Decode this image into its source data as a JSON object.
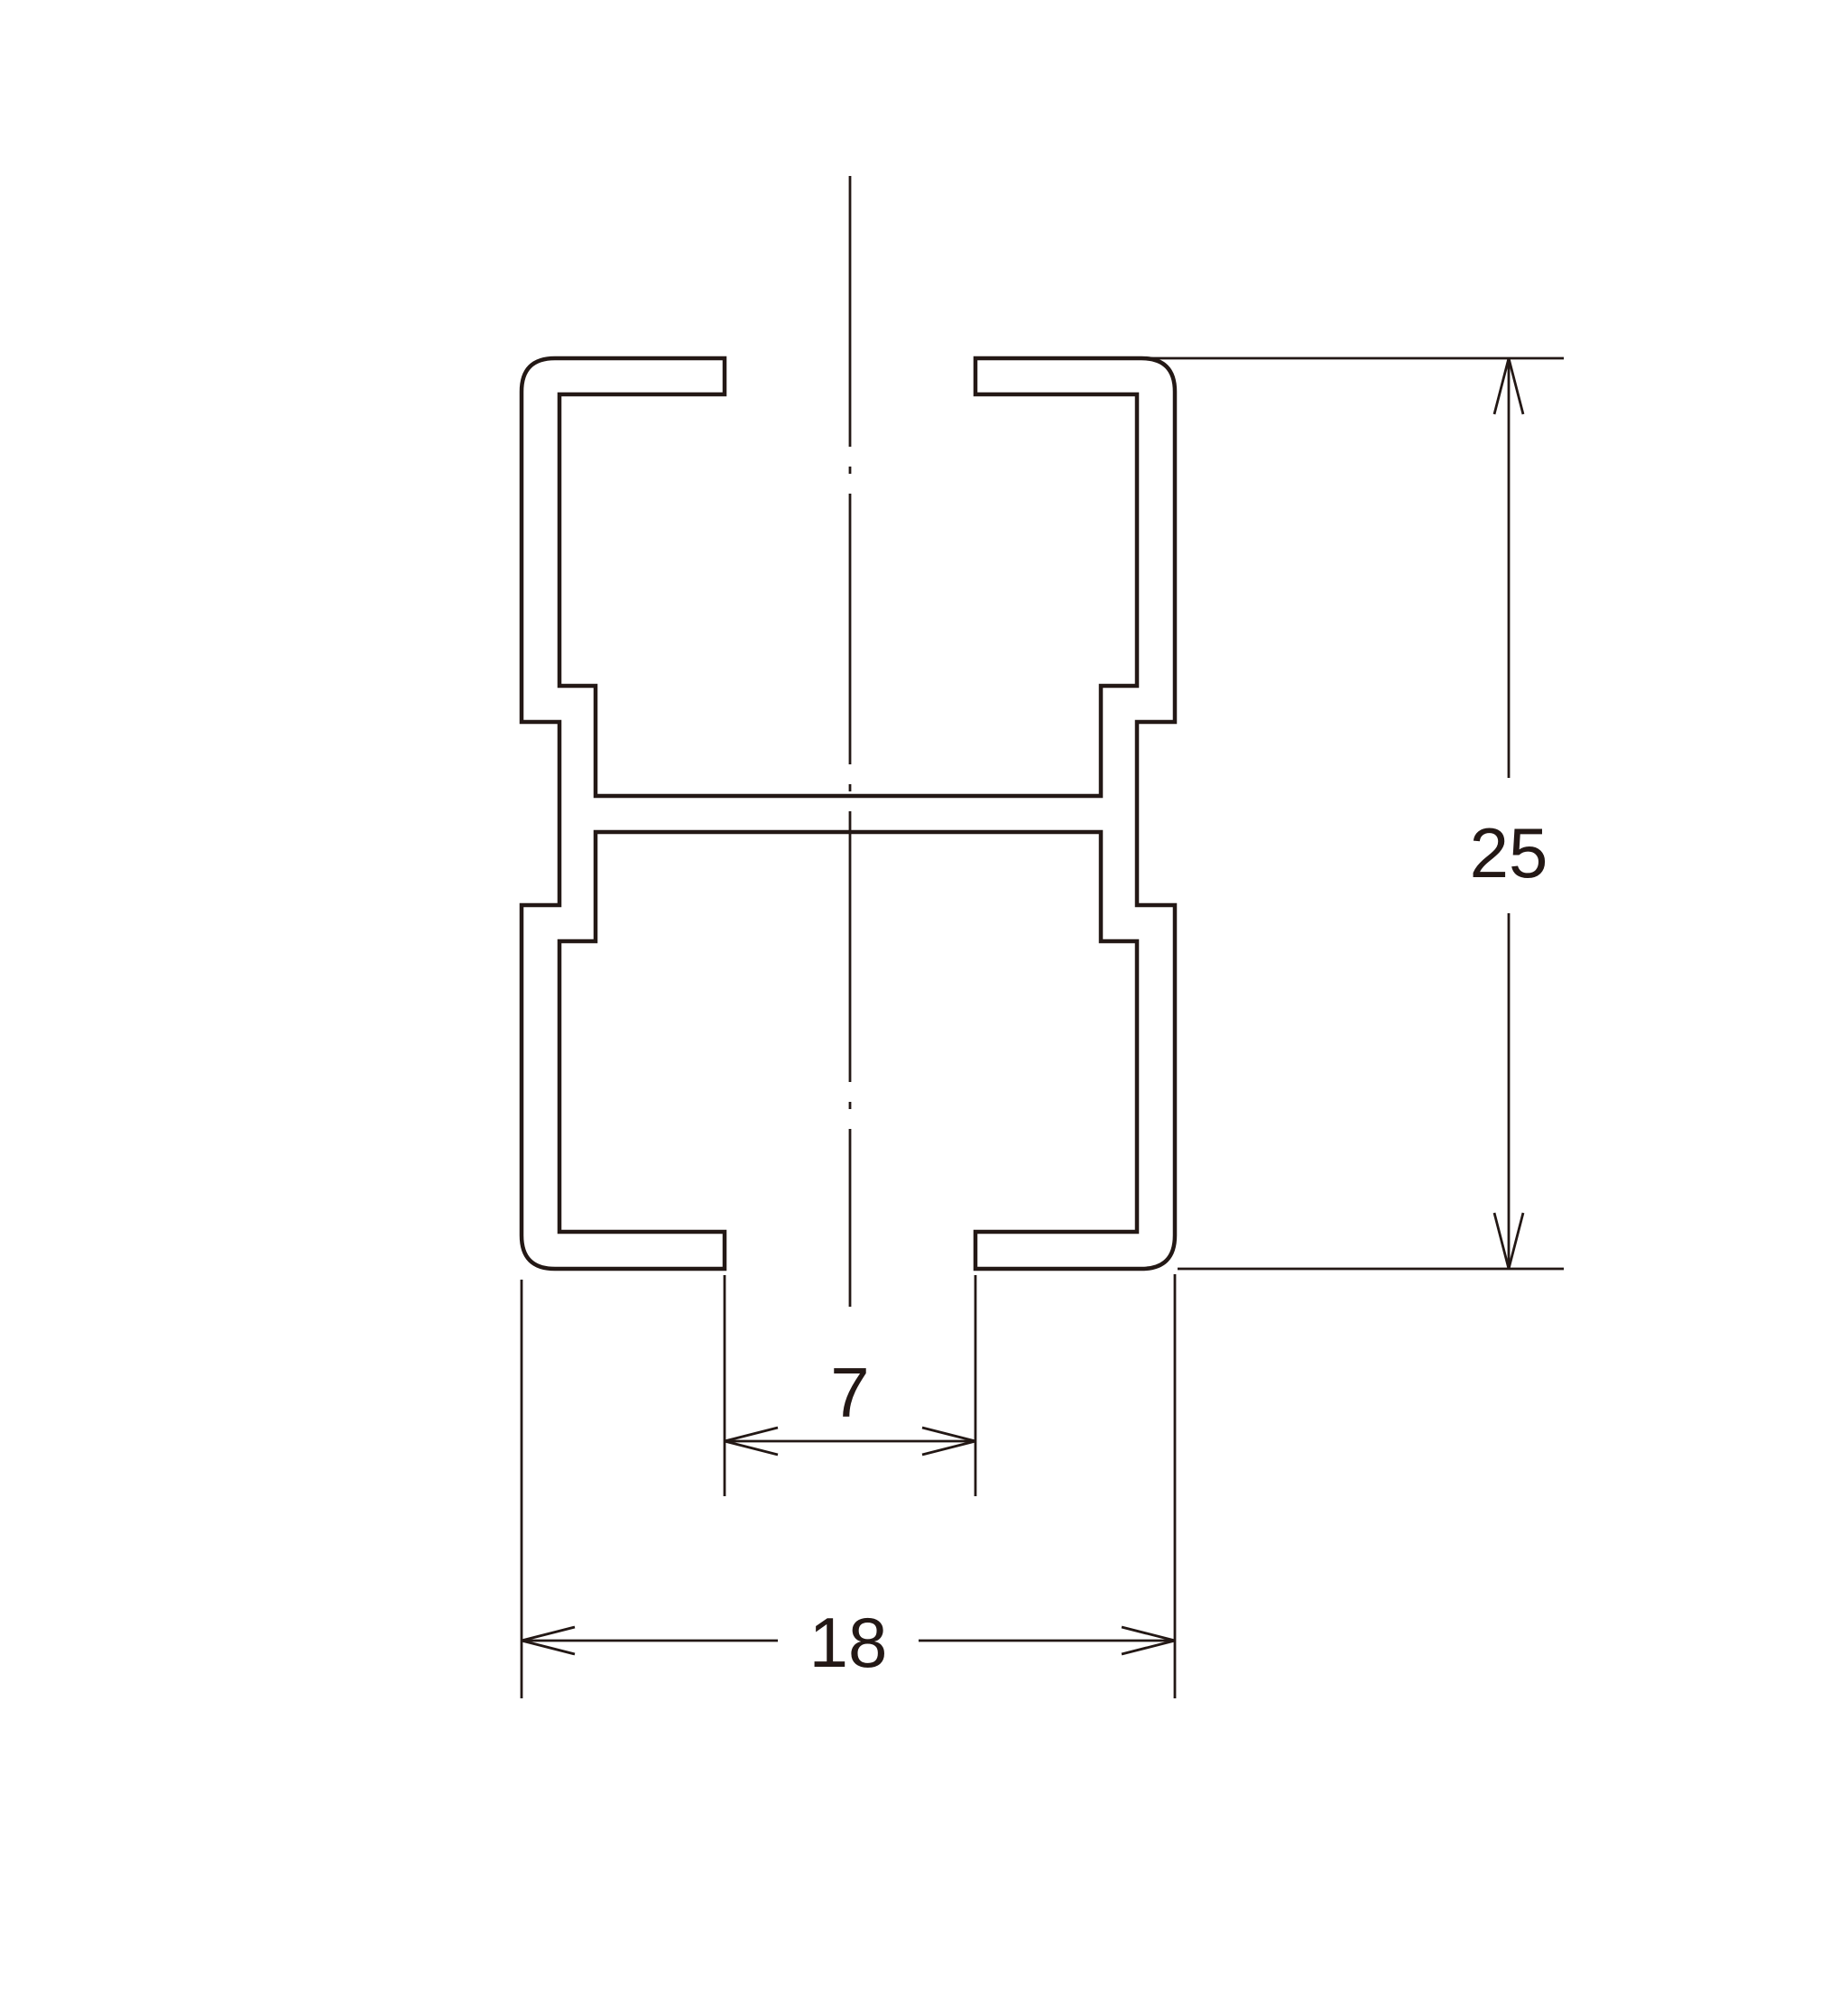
{
  "dimensions": {
    "height": "25",
    "slot_width": "7",
    "overall_width": "18"
  },
  "colors": {
    "line": "#231815",
    "background": "#ffffff"
  }
}
